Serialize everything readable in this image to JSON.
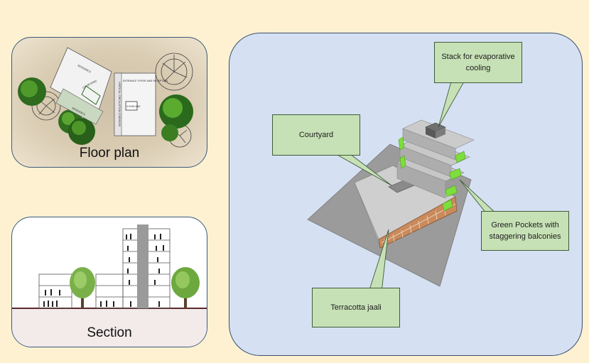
{
  "floor_plan": {
    "caption": "Floor plan",
    "plan_labels": {
      "entrance": "ENTRANCE FOYER AND RECEPTION",
      "corridor": "VERTICAL CIRCULATION CORRIDOR",
      "courtyard": "COURTYARD",
      "staircase": "STAIRCASE",
      "residence_top": "RESIDENCE",
      "residence_bottom": "RESIDENCE"
    }
  },
  "section": {
    "caption": "Section"
  },
  "model": {
    "callouts": {
      "stack": "Stack for evaporative cooling",
      "courtyard": "Courtyard",
      "green_pockets": "Green Pockets with staggering balconies",
      "terracotta": "Terracotta jaali"
    }
  },
  "colors": {
    "page_background": "#fdf1d2",
    "callout_fill": "#c7e1b6",
    "model_panel_fill": "#d5e0f2",
    "balcony_green": "#7dde3c",
    "terracotta": "#c98a5c"
  }
}
